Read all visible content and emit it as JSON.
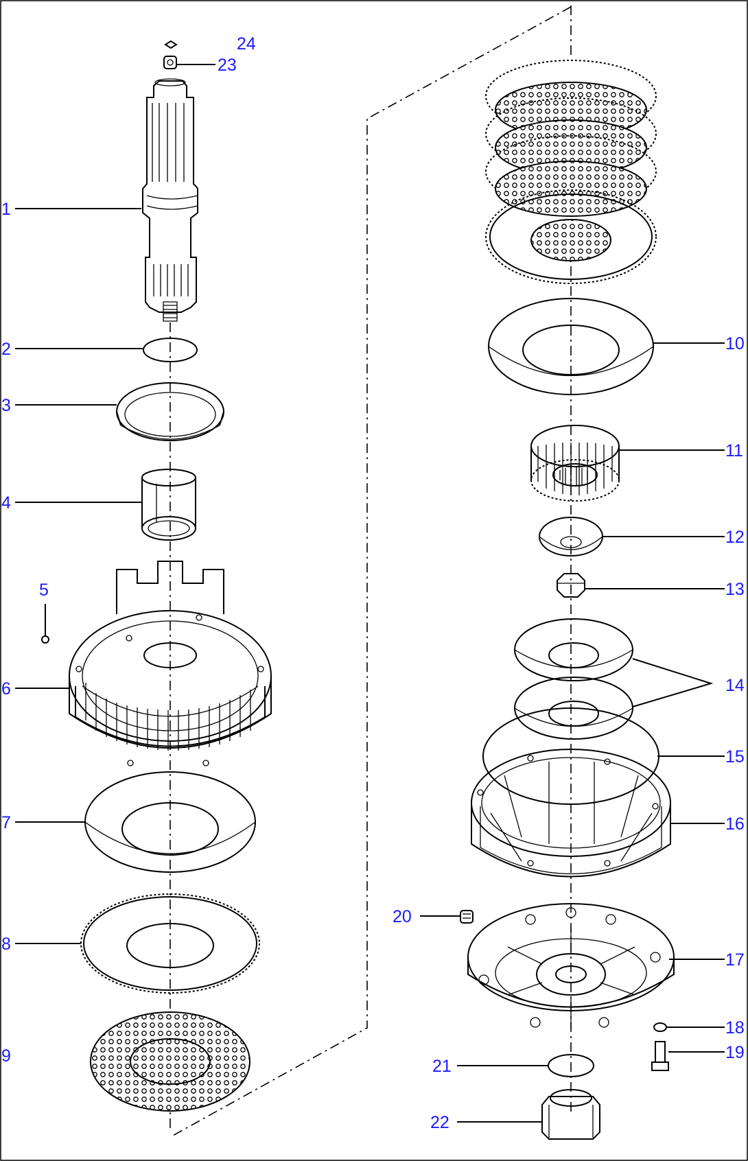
{
  "callouts": {
    "c1": "1",
    "c2": "2",
    "c3": "3",
    "c4": "4",
    "c5": "5",
    "c6": "6",
    "c7": "7",
    "c8": "8",
    "c9": "9",
    "c10": "10",
    "c11": "11",
    "c12": "12",
    "c13": "13",
    "c14": "14",
    "c15": "15",
    "c16": "16",
    "c17": "17",
    "c18": "18",
    "c19": "19",
    "c20": "20",
    "c21": "21",
    "c22": "22",
    "c23": "23",
    "c24": "24"
  },
  "colors": {
    "callout": "#1a1aff",
    "lines": "#000000",
    "background": "#ffffff"
  }
}
